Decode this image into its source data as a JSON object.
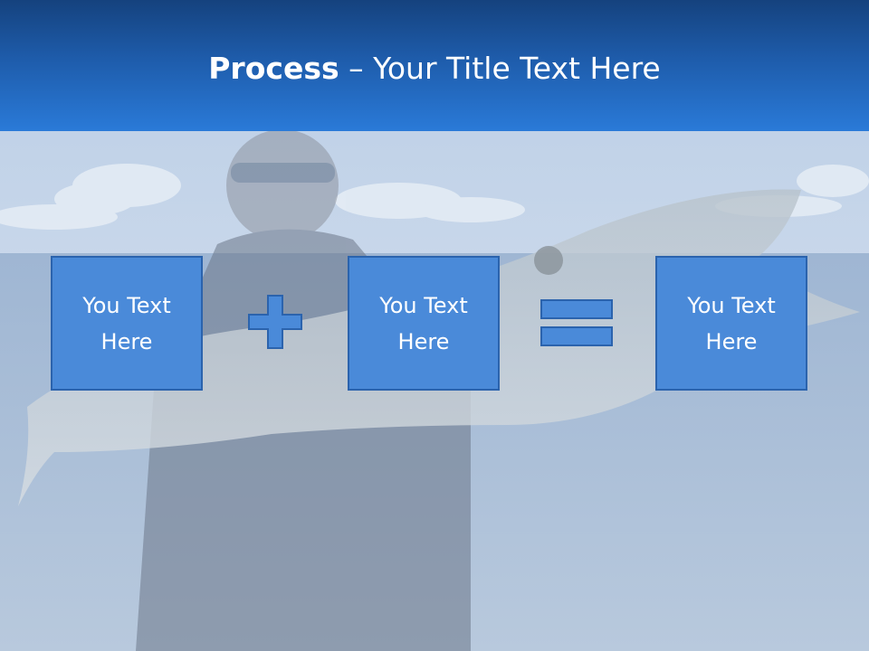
{
  "slide": {
    "title_bold": "Process",
    "title_rest": " – Your Title Text Here"
  },
  "process": {
    "box1_text": "You Text Here",
    "box2_text": "You Text Here",
    "box3_text": "You Text Here",
    "operator1": "plus-icon",
    "operator2": "equals-icon"
  },
  "colors": {
    "header_top": "#15427e",
    "header_bottom": "#2a7ad8",
    "box_fill": "#4a8ad9",
    "box_border": "#2b63ad",
    "text": "#ffffff"
  }
}
